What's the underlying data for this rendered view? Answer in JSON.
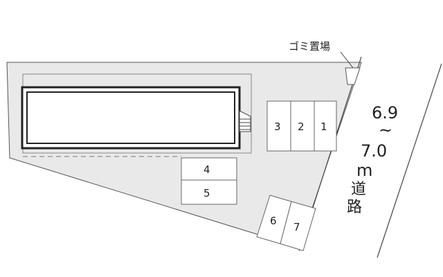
{
  "garbage_area": {
    "label": "ゴミ置場"
  },
  "road": {
    "width_from": "6.9",
    "tilde": "~",
    "width_to": "7.0",
    "unit": "m",
    "name_1": "道",
    "name_2": "路"
  },
  "parking": {
    "slot_1": "1",
    "slot_2": "2",
    "slot_3": "3",
    "slot_4": "4",
    "slot_5": "5",
    "slot_6": "6",
    "slot_7": "7"
  }
}
